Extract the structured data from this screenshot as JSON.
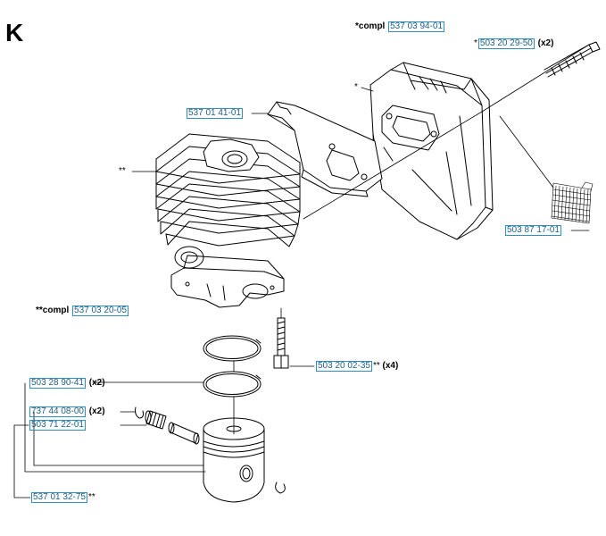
{
  "section": {
    "letter": "K"
  },
  "labels": {
    "muffler_compl": {
      "prefix": "*compl",
      "part": "537 03 94-01"
    },
    "muffler_bolt": {
      "prefix": "*",
      "part": "503 20 29-50",
      "qty": "(x2)"
    },
    "muffler_star": "*",
    "gasket_bracket": {
      "part": "537 01 41-01"
    },
    "cylinder_star": "**",
    "screen": {
      "part": "503 87 17-01"
    },
    "cylinder_compl": {
      "prefix": "**compl",
      "part": "537 03 20-05"
    },
    "cylinder_bolt": {
      "part": "503 20 02-35",
      "suffix": "**",
      "qty": "(x4)"
    },
    "piston_ring": {
      "part": "503 28 90-41",
      "qty": "(x2)"
    },
    "circlip": {
      "part": "737 44 08-00",
      "qty": "(x2)"
    },
    "needle_bearing": {
      "part": "503 71 22-01"
    },
    "piston_kit": {
      "part": "537 01 32-75",
      "suffix": "**"
    }
  },
  "colors": {
    "part_box_border": "#2f8fc0",
    "part_text": "#1f5f8a",
    "line": "#000000"
  }
}
